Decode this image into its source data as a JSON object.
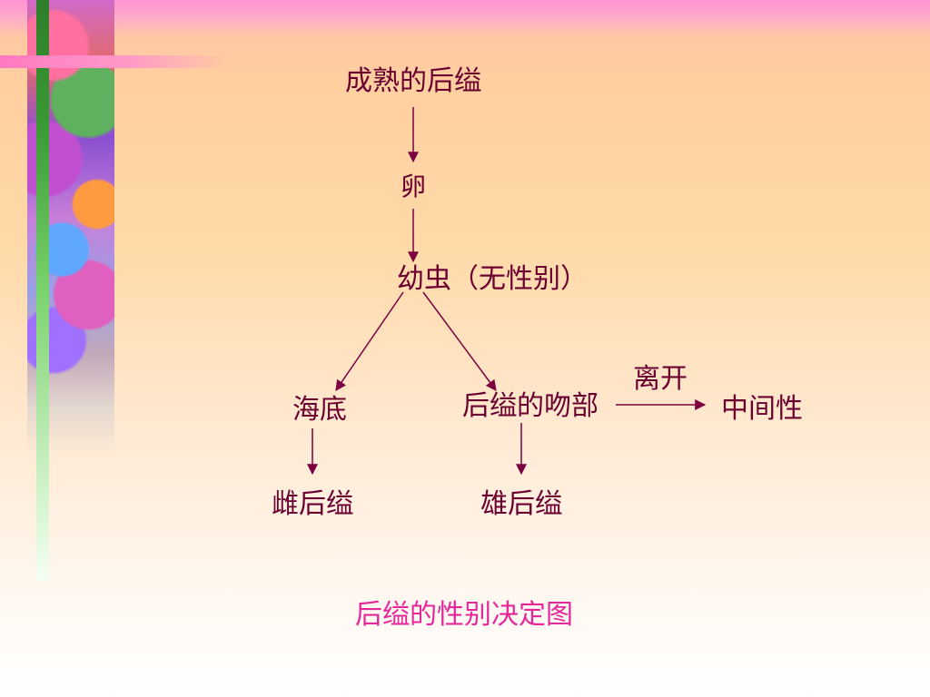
{
  "diagram": {
    "nodes": {
      "adult": "成熟的后缢",
      "egg": "卵",
      "larva": "幼虫（无性别）",
      "seabed": "海底",
      "proboscis": "后缢的吻部",
      "intersex": "中间性",
      "female": "雌后缢",
      "male": "雄后缢"
    },
    "edge_labels": {
      "leave": "离开"
    },
    "caption": "后缢的性别决定图"
  },
  "colors": {
    "text": "#6b0030",
    "arrow": "#7a0040",
    "caption": "#e4289a"
  }
}
